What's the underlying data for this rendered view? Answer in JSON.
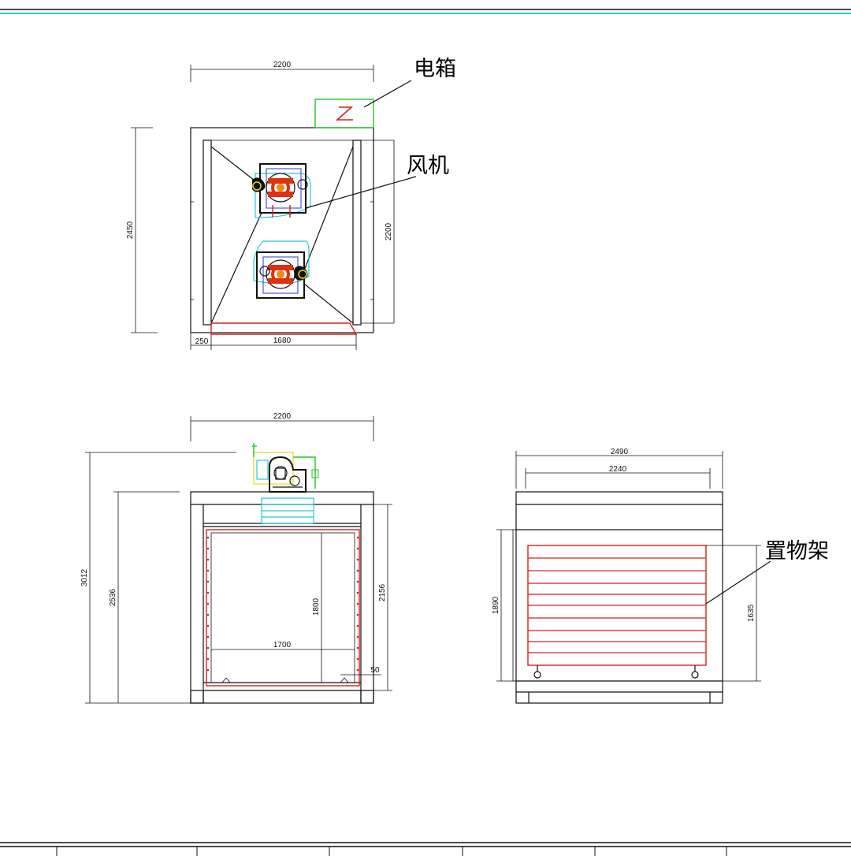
{
  "labels": {
    "electric_box": "电箱",
    "fan": "风机",
    "shelf": "置物架"
  },
  "top_view": {
    "width": "2200",
    "depth": "2450",
    "inner_depth": "2200",
    "offset": "250",
    "door_width": "1680"
  },
  "front_view": {
    "width": "2200",
    "total_height": "3012",
    "body_height": "2536",
    "inner_height": "2156",
    "door_height": "1800",
    "door_width": "1700",
    "gap": "50"
  },
  "side_view": {
    "total_width": "2490",
    "inner_width": "2240",
    "height": "1890",
    "shelf_height": "1635"
  },
  "colors": {
    "line": "#111111",
    "frame_red": "#d62020",
    "cyan": "#27c8d8",
    "green": "#22c322",
    "blue": "#2a3ad8",
    "fan_red": "#e03010",
    "fan_orange": "#f08a10",
    "header_cyan": "#27c8d8"
  }
}
